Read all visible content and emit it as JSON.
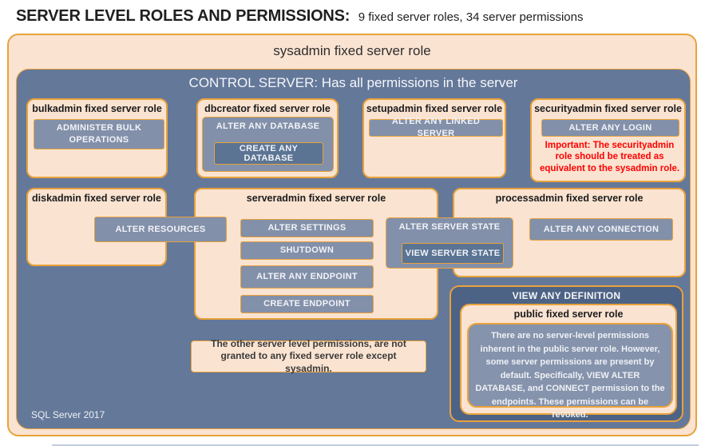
{
  "title": {
    "main": "SERVER LEVEL ROLES AND PERMISSIONS:",
    "sub": "9 fixed server roles, 34 server permissions"
  },
  "sysadmin": {
    "label": "sysadmin fixed server role"
  },
  "control_server": {
    "header": "CONTROL SERVER: Has all permissions in the server",
    "footer": "SQL Server 2017"
  },
  "bulkadmin": {
    "label": "bulkadmin fixed server role",
    "perm_administer_bulk_operations": "ADMINISTER BULK OPERATIONS"
  },
  "dbcreator": {
    "label": "dbcreator fixed server role",
    "perm_alter_any_database": "ALTER ANY DATABASE",
    "perm_create_any_database": "CREATE ANY DATABASE"
  },
  "setupadmin": {
    "label": "setupadmin fixed server role",
    "perm_alter_any_linked_server": "ALTER ANY LINKED SERVER"
  },
  "securityadmin": {
    "label": "securityadmin fixed server role",
    "perm_alter_any_login": "ALTER ANY LOGIN",
    "warning": "Important: The securityadmin role should be treated as equivalent to the sysadmin role."
  },
  "diskadmin": {
    "label": "diskadmin fixed server role",
    "perm_alter_resources": "ALTER RESOURCES"
  },
  "serveradmin": {
    "label": "serveradmin fixed server role",
    "perm_alter_settings": "ALTER SETTINGS",
    "perm_shutdown": "SHUTDOWN",
    "perm_alter_any_endpoint": "ALTER ANY ENDPOINT",
    "perm_create_endpoint": "CREATE ENDPOINT"
  },
  "server_state": {
    "perm_alter_server_state": "ALTER SERVER STATE",
    "perm_view_server_state": "VIEW SERVER STATE"
  },
  "processadmin": {
    "label": "processadmin fixed server role",
    "perm_alter_any_connection": "ALTER ANY CONNECTION"
  },
  "view_any_definition": {
    "label": "VIEW ANY DEFINITION"
  },
  "public_role": {
    "label": "public fixed server role",
    "description": "There are no server-level permissions inherent in the public server role. However, some server permissions are present by default. Specifically, VIEW ALTER DATABASE, and CONNECT permission to the endpoints. These permissions can be revoked."
  },
  "note": {
    "text": "The other server level permissions, are not granted to any fixed server role except sysadmin."
  },
  "colors": {
    "peach": "#fae3d1",
    "gold_border": "#e9a23b",
    "slate_blue": "#64789a",
    "button_blue": "#8290aa",
    "nested_button_blue": "#5b7494",
    "dark_panel_blue": "#4d6385",
    "warning_red": "#fe0000"
  }
}
